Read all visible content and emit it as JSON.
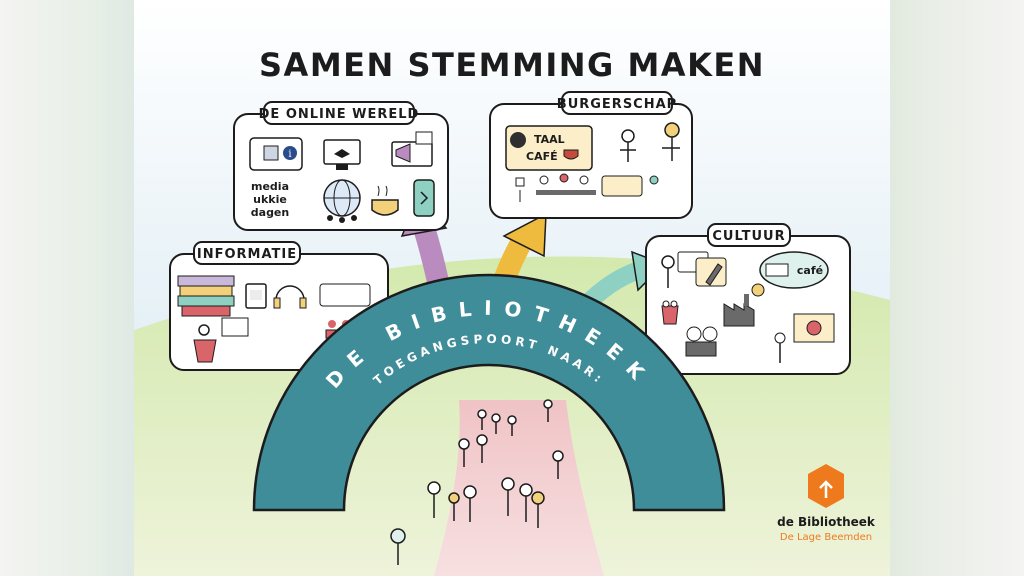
{
  "title": "SAMEN STEMMING MAKEN",
  "sections": {
    "online": {
      "label": "DE ONLINE WERELD",
      "media": [
        "media",
        "ukkie",
        "dagen"
      ]
    },
    "burgerschap": {
      "label": "BURGERSCHAP",
      "cafe": [
        "TAAL",
        "CAFÉ"
      ]
    },
    "informatie": {
      "label": "INFORMATIE"
    },
    "cultuur": {
      "label": "CULTUUR",
      "cafe_sign": "café"
    }
  },
  "arch": {
    "line1": "DE BIBLIOTHEEK",
    "line2": "TOEGANGSPOORT NAAR:"
  },
  "logo": {
    "name": "de Bibliotheek",
    "sub": "De Lage Beemden"
  },
  "colors": {
    "sky": "#dcebf4",
    "hill": "#c9e2a4",
    "path": "#f1cdd0",
    "arch": "#3f8d99",
    "arrow_red": "#d9656a",
    "arrow_purple": "#b98bbf",
    "arrow_yellow": "#efbb3f",
    "arrow_teal": "#8ed0c2",
    "logo_orange": "#ee7a1d"
  },
  "icons": [
    "computer-icon",
    "globe-icon",
    "coffee-cup-icon",
    "phone-icon",
    "books-icon",
    "light-bulb-icon",
    "film-camera-icon",
    "factory-icon",
    "popcorn-icon",
    "fountain-pen-icon",
    "presentation-board-icon",
    "library-logo-icon"
  ]
}
